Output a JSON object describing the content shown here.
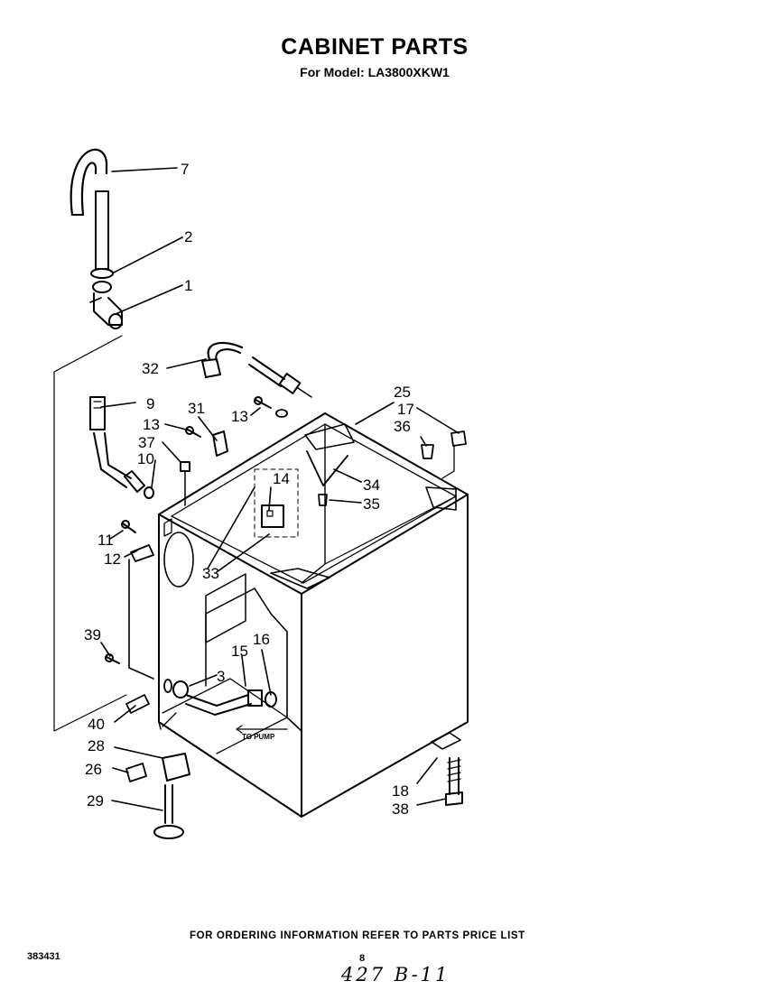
{
  "header": {
    "title": "CABINET PARTS",
    "subtitle": "For Model: LA3800XKW1"
  },
  "callouts": [
    "7",
    "2",
    "1",
    "32",
    "9",
    "31",
    "13",
    "13",
    "37",
    "10",
    "11",
    "12",
    "14",
    "33",
    "25",
    "17",
    "36",
    "34",
    "35",
    "39",
    "15",
    "16",
    "3",
    "40",
    "28",
    "26",
    "29",
    "18",
    "38"
  ],
  "annotation": "TO PUMP",
  "footer": {
    "note": "FOR ORDERING INFORMATION REFER TO PARTS PRICE LIST",
    "doc_number": "383431",
    "page_number": "8",
    "handwritten": "427 B-11"
  }
}
